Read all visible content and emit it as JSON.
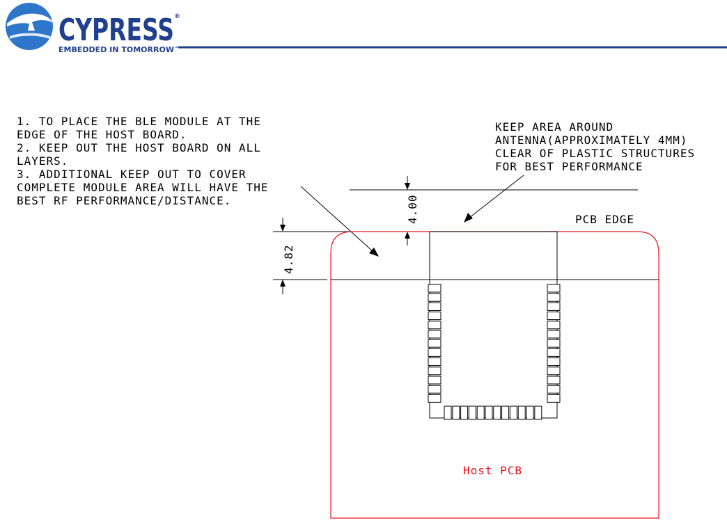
{
  "logo": {
    "wordmark": "CYPRESS",
    "tagline": "EMBEDDED IN TOMORROW",
    "trademark": "™",
    "registered": "®",
    "brand_color": "#1f3f8f",
    "accent_color": "#2e76c9"
  },
  "header_rule_color": "#1f3f8f",
  "notes": {
    "left": [
      "1. TO PLACE THE BLE MODULE AT THE",
      "EDGE OF THE HOST BOARD.",
      "2. KEEP OUT THE HOST BOARD ON ALL",
      "LAYERS.",
      "3. ADDITIONAL KEEP OUT TO COVER",
      "COMPLETE MODULE AREA WILL HAVE THE",
      "BEST RF PERFORMANCE/DISTANCE."
    ],
    "right": [
      "KEEP AREA AROUND",
      "ANTENNA(APPROXIMATELY 4MM)",
      "CLEAR OF PLASTIC STRUCTURES",
      "FOR BEST PERFORMANCE"
    ]
  },
  "dimensions": {
    "keepout_depth": "4.82",
    "antenna_clearance": "4.00"
  },
  "labels": {
    "pcb_edge": "PCB EDGE",
    "host_pcb": "Host PCB"
  },
  "colors": {
    "outline": "#000000",
    "pcb": "#e8141c"
  },
  "pads": {
    "left_column": 13,
    "right_column": 13,
    "bottom_row": 12
  }
}
